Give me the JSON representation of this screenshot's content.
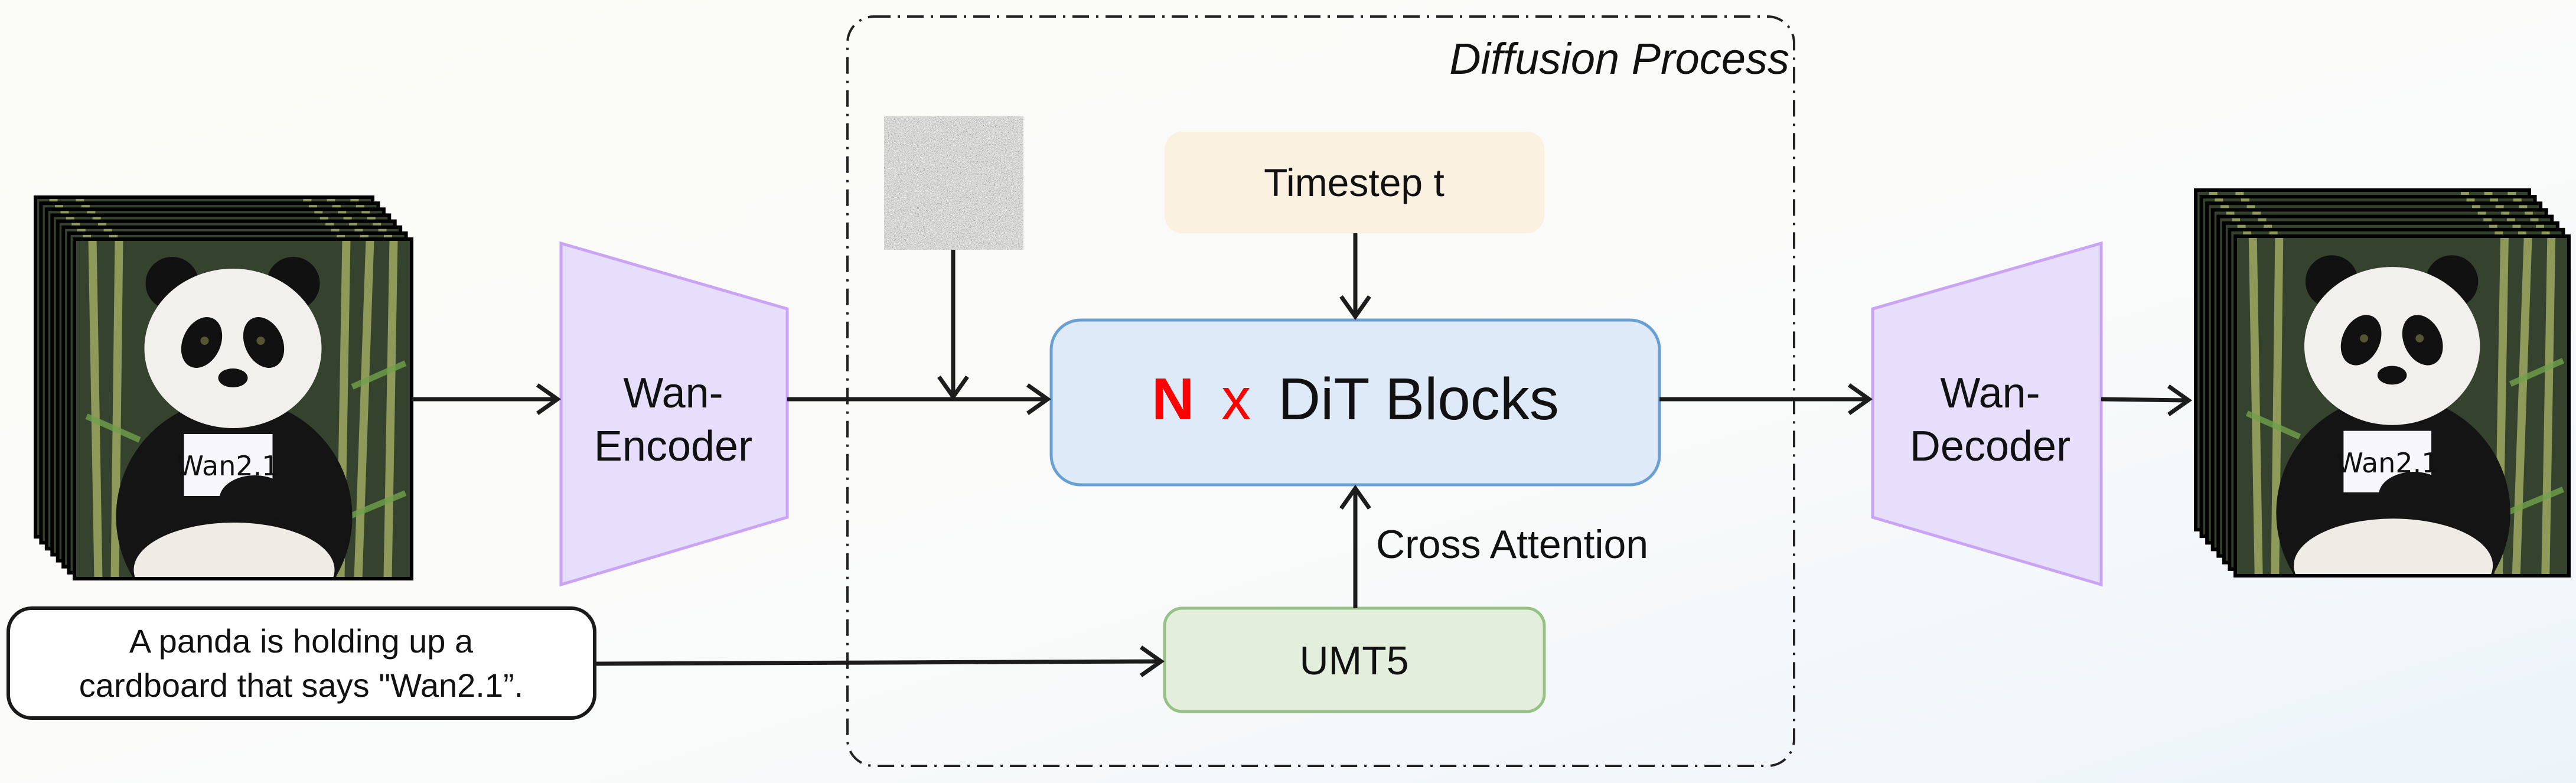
{
  "diagram": {
    "diffusion_process_label": "Diffusion Process",
    "encoder_label_line1": "Wan-",
    "encoder_label_line2": "Encoder",
    "decoder_label_line1": "Wan-",
    "decoder_label_line2": "Decoder",
    "timestep_label": "Timestep t",
    "dit_prefix_n": "N",
    "dit_prefix_x": "x",
    "dit_label": "DiT Blocks",
    "cross_attention_label": "Cross Attention",
    "umt5_label": "UMT5",
    "prompt_line1": "A panda is holding up a",
    "prompt_line2": "cardboard that says \"Wan2.1”.",
    "panda_sign_text": "Wan2.1"
  },
  "colors": {
    "timestep_fill": "#faf1e0",
    "dit_fill": "#dfeaf8",
    "dit_stroke": "#6a9fd4",
    "umt5_fill": "#e3efdc",
    "umt5_stroke": "#97c187",
    "codec_fill": "#e7defb",
    "codec_stroke": "#c9a4f5",
    "highlight_red": "#ff0000"
  }
}
